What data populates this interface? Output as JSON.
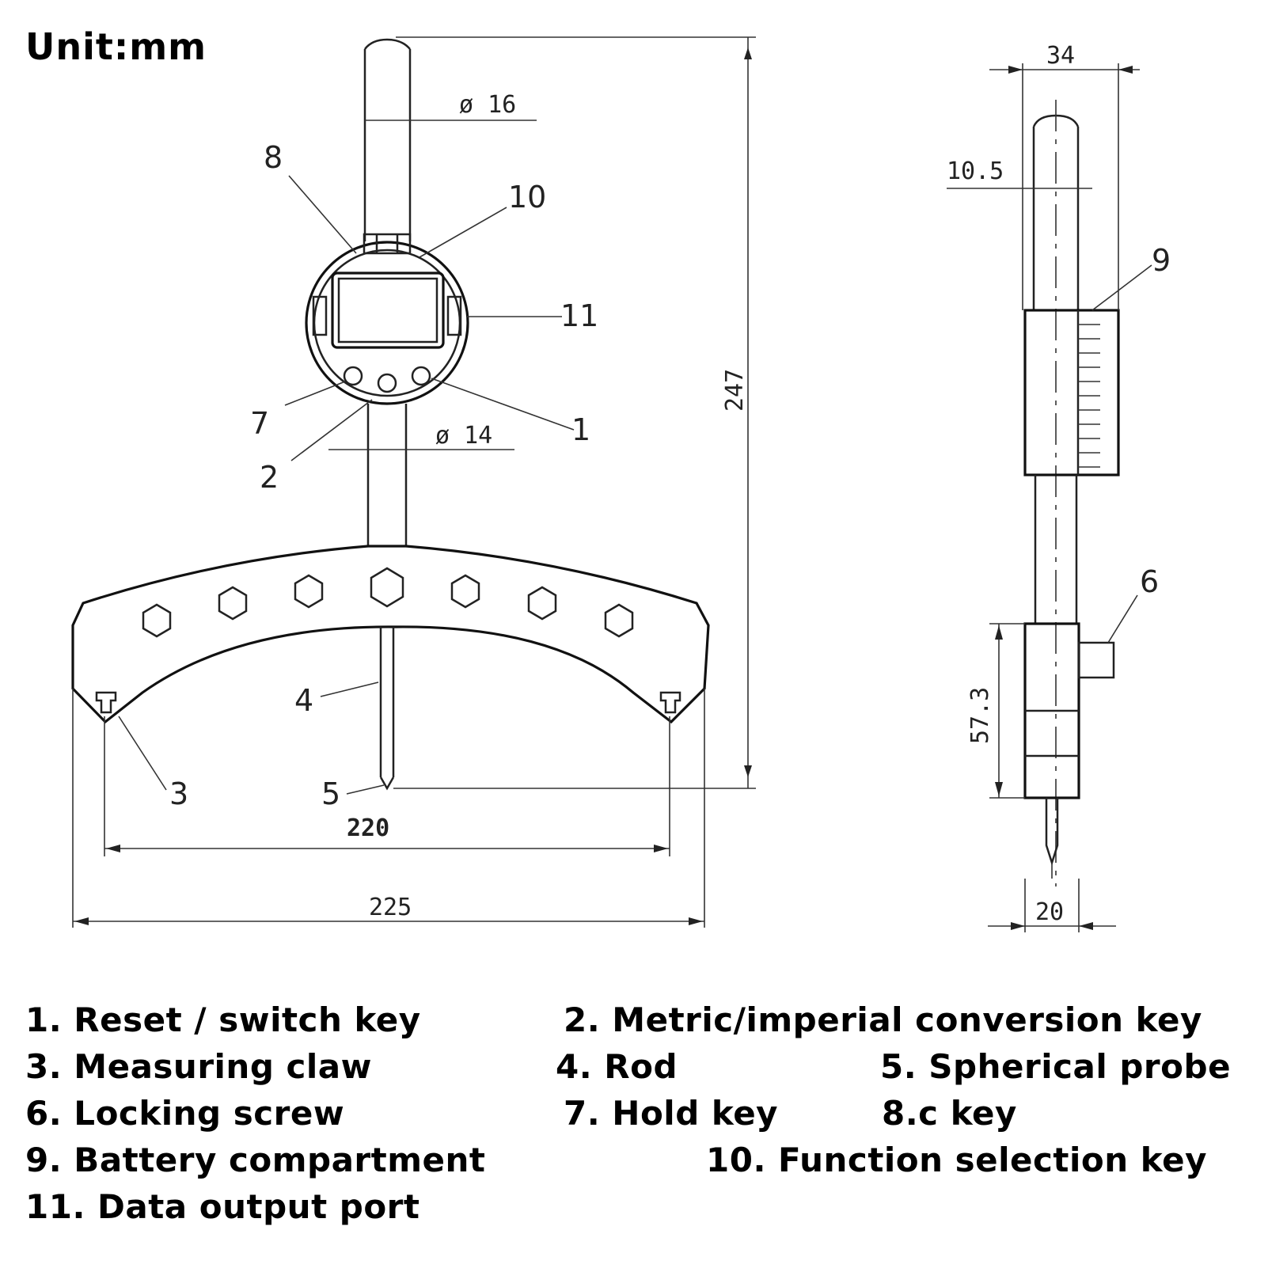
{
  "unit_label": "Unit:mm",
  "dimensions": {
    "stem_diameter": "ø 16",
    "rod_diameter": "ø 14",
    "height": "247",
    "probe_span": "220",
    "overall_width": "225",
    "depth": "34",
    "side_stem": "10.5",
    "side_height": "57.3",
    "side_tip_width": "20"
  },
  "callouts": {
    "c1": "1",
    "c2": "2",
    "c3": "3",
    "c4": "4",
    "c5": "5",
    "c6": "6",
    "c7": "7",
    "c8": "8",
    "c9": "9",
    "c10": "10",
    "c11": "11"
  },
  "legend": {
    "item1": "1. Reset / switch key",
    "item2": "2. Metric/imperial conversion key",
    "item3": "3. Measuring claw",
    "item4": "4. Rod",
    "item5": "5. Spherical probe",
    "item6": "6. Locking screw",
    "item7": "7. Hold key",
    "item8": "8.c key",
    "item9": "9. Battery compartment",
    "item10": "10. Function selection key",
    "item11": "11. Data output port"
  }
}
